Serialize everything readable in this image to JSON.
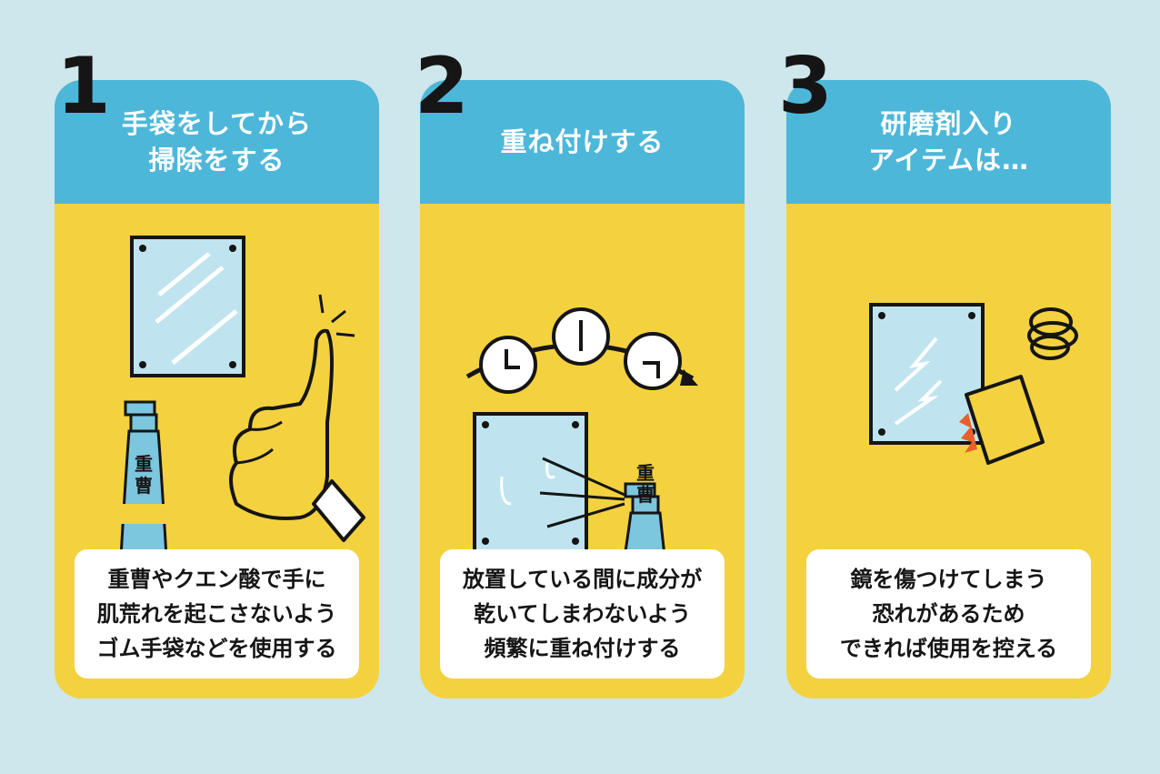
{
  "colors": {
    "background": "#cde7ec",
    "card": "#f4d23f",
    "header": "#4db7da",
    "mirror": "#bfe4ef",
    "bottle": "#7cc6de",
    "ink": "#151515"
  },
  "steps": [
    {
      "number": "1",
      "title_lines": [
        "手袋をしてから",
        "掃除をする"
      ],
      "bottle_label": [
        "重",
        "曹"
      ],
      "note_lines": [
        "重曹やクエン酸で手に",
        "肌荒れを起こさないよう",
        "ゴム手袋などを使用する"
      ],
      "icons": [
        "mirror-icon",
        "spray-bottle-icon",
        "glove-thumbs-up-icon"
      ]
    },
    {
      "number": "2",
      "title_lines": [
        "重ね付けする"
      ],
      "bottle_label": [
        "重",
        "曹"
      ],
      "note_lines": [
        "放置している間に成分が",
        "乾いてしまわないよう",
        "頻繁に重ね付けする"
      ],
      "icons": [
        "clock-icon",
        "mirror-icon",
        "spray-bottle-icon"
      ]
    },
    {
      "number": "3",
      "title_lines": [
        "研磨剤入り",
        "アイテムは…"
      ],
      "note_lines": [
        "鏡を傷つけてしまう",
        "恐れがあるため",
        "できれば使用を控える"
      ],
      "icons": [
        "cracked-mirror-icon",
        "sponge-icon",
        "steel-wool-icon"
      ]
    }
  ]
}
